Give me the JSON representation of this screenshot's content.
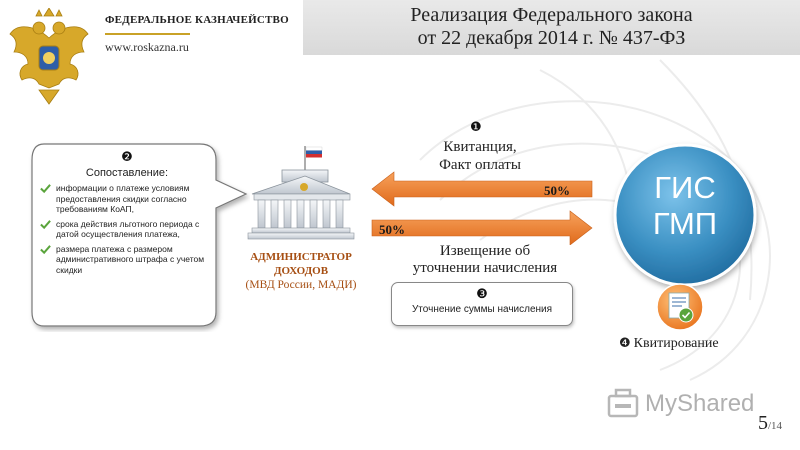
{
  "header": {
    "org_name": "ФЕДЕРАЛЬНОЕ КАЗНАЧЕЙСТВО",
    "org_url": "www.roskazna.ru",
    "title_line1": "Реализация Федерального закона",
    "title_line2": "от 22 декабря 2014 г. № 437-ФЗ"
  },
  "step2": {
    "number": "❷",
    "heading": "Сопоставление:",
    "items": [
      "информации о платеже условиям предоставления скидки согласно требованиям КоАП,",
      "срока действия льготного периода с датой осуществления платежа,",
      "размера платежа с размером административного штрафа с учетом скидки"
    ]
  },
  "administrator": {
    "line1": "АДМИНИСТРАТОР",
    "line2": "ДОХОДОВ",
    "line3": "(МВД России, МАДИ)"
  },
  "step1": {
    "number": "❶",
    "line1": "Квитанция,",
    "line2": "Факт оплаты",
    "percent": "50%"
  },
  "notice": {
    "percent": "50%",
    "line1": "Извещение об",
    "line2": "уточнении начисления"
  },
  "step3": {
    "number": "❸",
    "text": "Уточнение суммы начисления"
  },
  "gis": {
    "line1": "ГИС",
    "line2": "ГМП"
  },
  "step4": {
    "number": "❹",
    "text": "Квитирование"
  },
  "watermark": {
    "text": "MyShared"
  },
  "page": {
    "current": "5",
    "total": "/14"
  },
  "colors": {
    "arrow": "#ef7f2b",
    "gis_circle": "#3a8fc2",
    "check_green": "#5aa43c",
    "admin_text": "#a64e12"
  },
  "icons": {
    "emblem": "double-headed-eagle-emblem",
    "building": "government-building-with-flag",
    "document": "document-checkmark-icon",
    "check": "green-checkmark-icon"
  }
}
